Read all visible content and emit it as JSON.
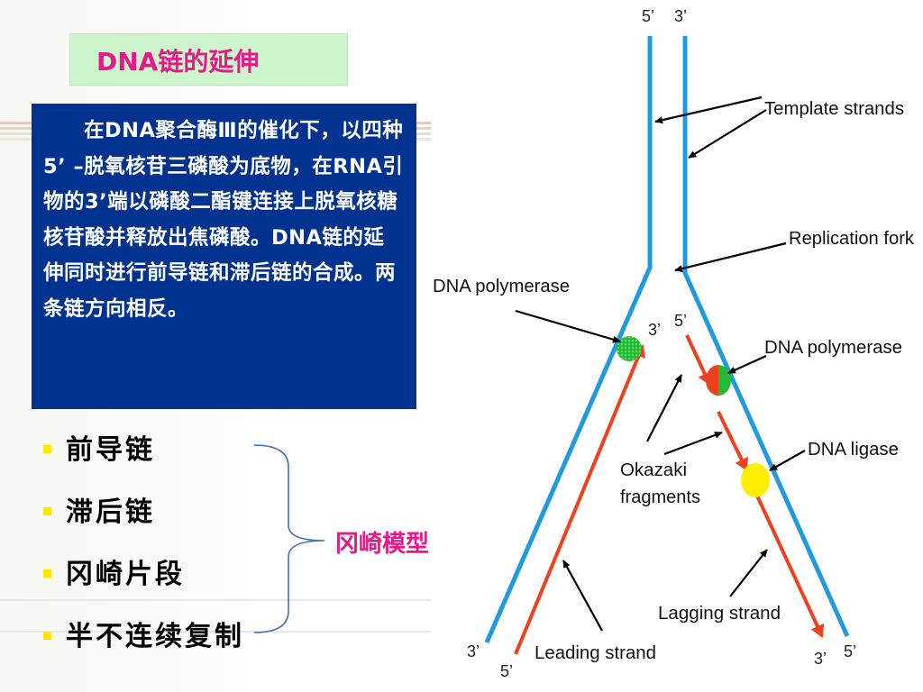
{
  "slide": {
    "title": "DNA链的延伸",
    "description": "在DNA聚合酶Ⅲ的催化下，以四种5’ –脱氧核苷三磷酸为底物，在RNA引物的3’端以磷酸二酯键连接上脱氧核糖核苷酸并释放出焦磷酸。DNA链的延伸同时进行前导链和滞后链的合成。两条链方向相反。",
    "bullets": [
      "前导链",
      "滞后链",
      "冈崎片段",
      "半不连续复制"
    ],
    "brace_label": "冈崎模型"
  },
  "diagram": {
    "labels": {
      "template_strands": "Template strands",
      "replication_fork": "Replication fork",
      "dna_polymerase_left": "DNA polymerase",
      "dna_polymerase_right": "DNA polymerase",
      "okazaki_line1": "Okazaki",
      "okazaki_line2": "fragments",
      "dna_ligase": "DNA ligase",
      "lagging_strand": "Lagging strand",
      "leading_strand": "Leading strand"
    },
    "ends": {
      "top_left": "5’",
      "top_right": "3’",
      "inner_left_3": "3’",
      "inner_right_5": "5’",
      "bottom_left_3": "3’",
      "bottom_left_5": "5’",
      "bottom_right_3": "3’",
      "bottom_right_5": "5’"
    },
    "colors": {
      "template": "#1f9ae0",
      "new_strand": "#f0401e",
      "polymerase": "#22bb33",
      "ligase": "#ffee00",
      "arrow": "#000000"
    }
  }
}
